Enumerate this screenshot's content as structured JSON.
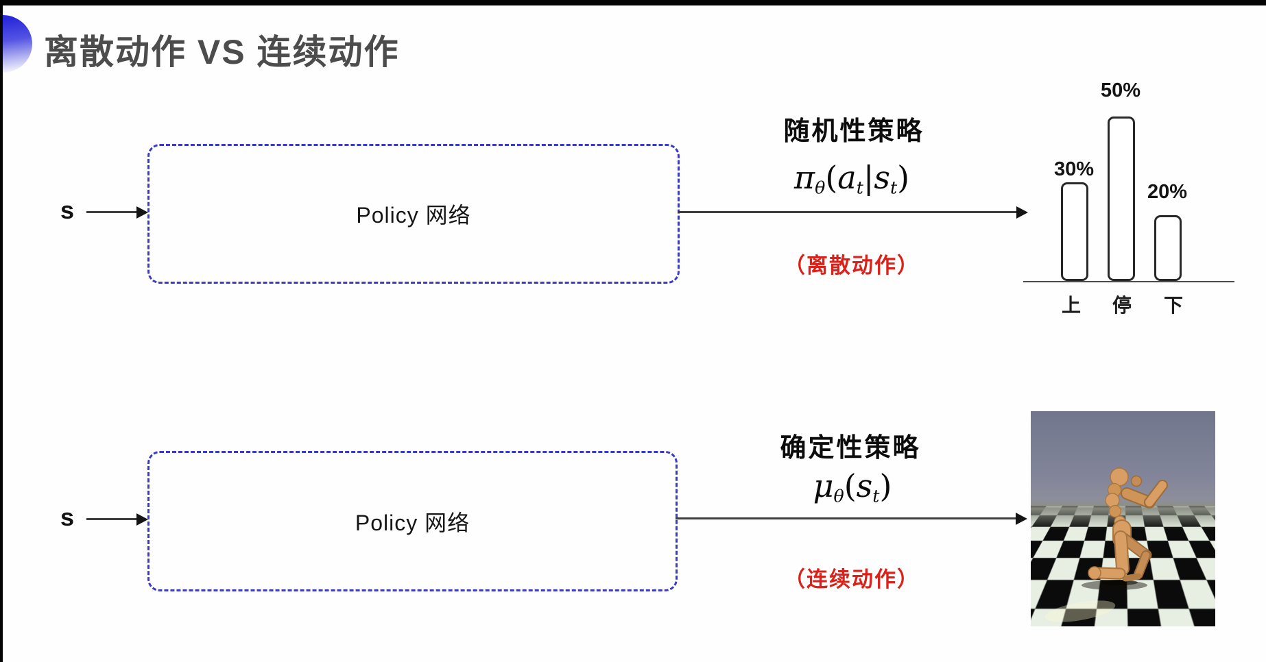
{
  "slide": {
    "title": "离散动作 VS 连续动作"
  },
  "top_row": {
    "input_label": "s",
    "box_label": "Policy 网络",
    "policy_name": "随机性策略",
    "formula": {
      "pi": "π",
      "theta": "θ",
      "lparen": "(",
      "a": "a",
      "t1": "t",
      "bar": "|",
      "s": "s",
      "t2": "t",
      "rparen": ")"
    },
    "action_note": "（离散动作）"
  },
  "bottom_row": {
    "input_label": "s",
    "box_label": "Policy 网络",
    "policy_name": "确定性策略",
    "formula": {
      "mu": "μ",
      "theta": "θ",
      "lparen": "(",
      "s": "s",
      "t": "t",
      "rparen": ")"
    },
    "action_note": "（连续动作）"
  },
  "chart_data": {
    "type": "bar",
    "categories": [
      "上",
      "停",
      "下"
    ],
    "values": [
      30,
      50,
      20
    ],
    "value_labels": [
      "30%",
      "50%",
      "20%"
    ],
    "title": "",
    "xlabel": "",
    "ylabel": "",
    "ylim": [
      0,
      55
    ],
    "grid": false,
    "legend": false,
    "style": "white outlined bars with rounded corners over a plain baseline"
  },
  "robot_image": {
    "name": "mujoco-humanoid-on-checkerboard"
  },
  "colors": {
    "box_border_blue": "#3a3ac8",
    "note_red": "#da221a",
    "title_gray": "#4c4c4c",
    "arrow_dark": "#3c3c3c"
  }
}
